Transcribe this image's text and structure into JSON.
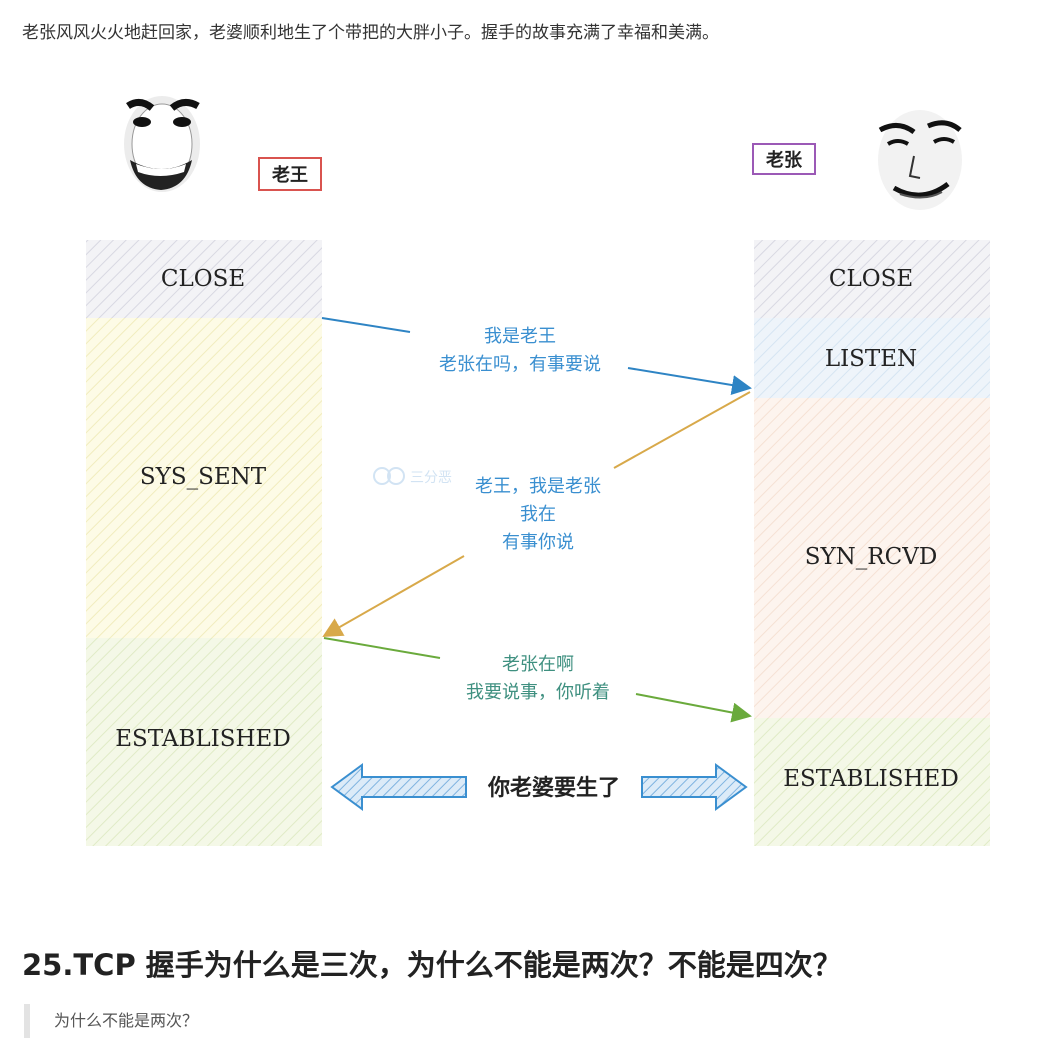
{
  "intro_text": "老张风风火火地赶回家，老婆顺利地生了个带把的大胖小子。握手的故事充满了幸福和美满。",
  "figure": {
    "left_tag": "老王",
    "right_tag": "老张",
    "left_states": [
      "CLOSE",
      "SYS_SENT",
      "ESTABLISHED"
    ],
    "right_states": [
      "CLOSE",
      "LISTEN",
      "SYN_RCVD",
      "ESTABLISHED"
    ],
    "msg1": [
      "我是老王",
      "老张在吗，有事要说"
    ],
    "msg2": [
      "老王，我是老张",
      "我在",
      "有事你说"
    ],
    "msg3": [
      "老张在啊",
      "我要说事，你听着"
    ],
    "arrow_text": "你老婆要生了",
    "watermark": "三分恶",
    "colors": {
      "msg1": "#2e84c4",
      "msg2": "#d8a94a",
      "msg3": "#6aaa3c",
      "text_blue": "#3a8fd0",
      "text_green": "#3f9080",
      "tag_left": "#d9534f",
      "tag_right": "#9b59b6"
    }
  },
  "heading": "25.TCP 握手为什么是三次，为什么不能是两次？不能是四次？",
  "quote": "为什么不能是两次？"
}
